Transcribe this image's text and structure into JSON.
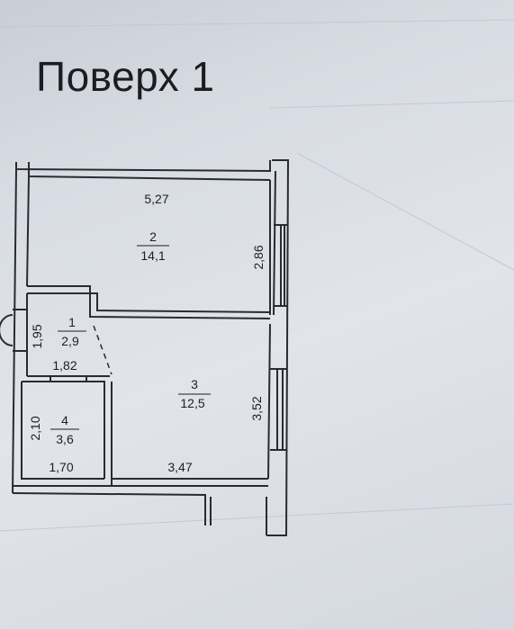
{
  "title": "Поверх 1",
  "rooms": [
    {
      "number": "1",
      "area": "2,9"
    },
    {
      "number": "2",
      "area": "14,1"
    },
    {
      "number": "3",
      "area": "12,5"
    },
    {
      "number": "4",
      "area": "3,6"
    }
  ],
  "dimensions": {
    "room2_width": "5,27",
    "room2_height": "2,86",
    "room1_height": "1,95",
    "room1_width": "1,82",
    "room3_height": "3,52",
    "room3_width": "3,47",
    "room4_height": "2,10",
    "room4_width": "1,70"
  },
  "colors": {
    "wall": "#2a2b30",
    "paper": "#dfe2e8"
  }
}
